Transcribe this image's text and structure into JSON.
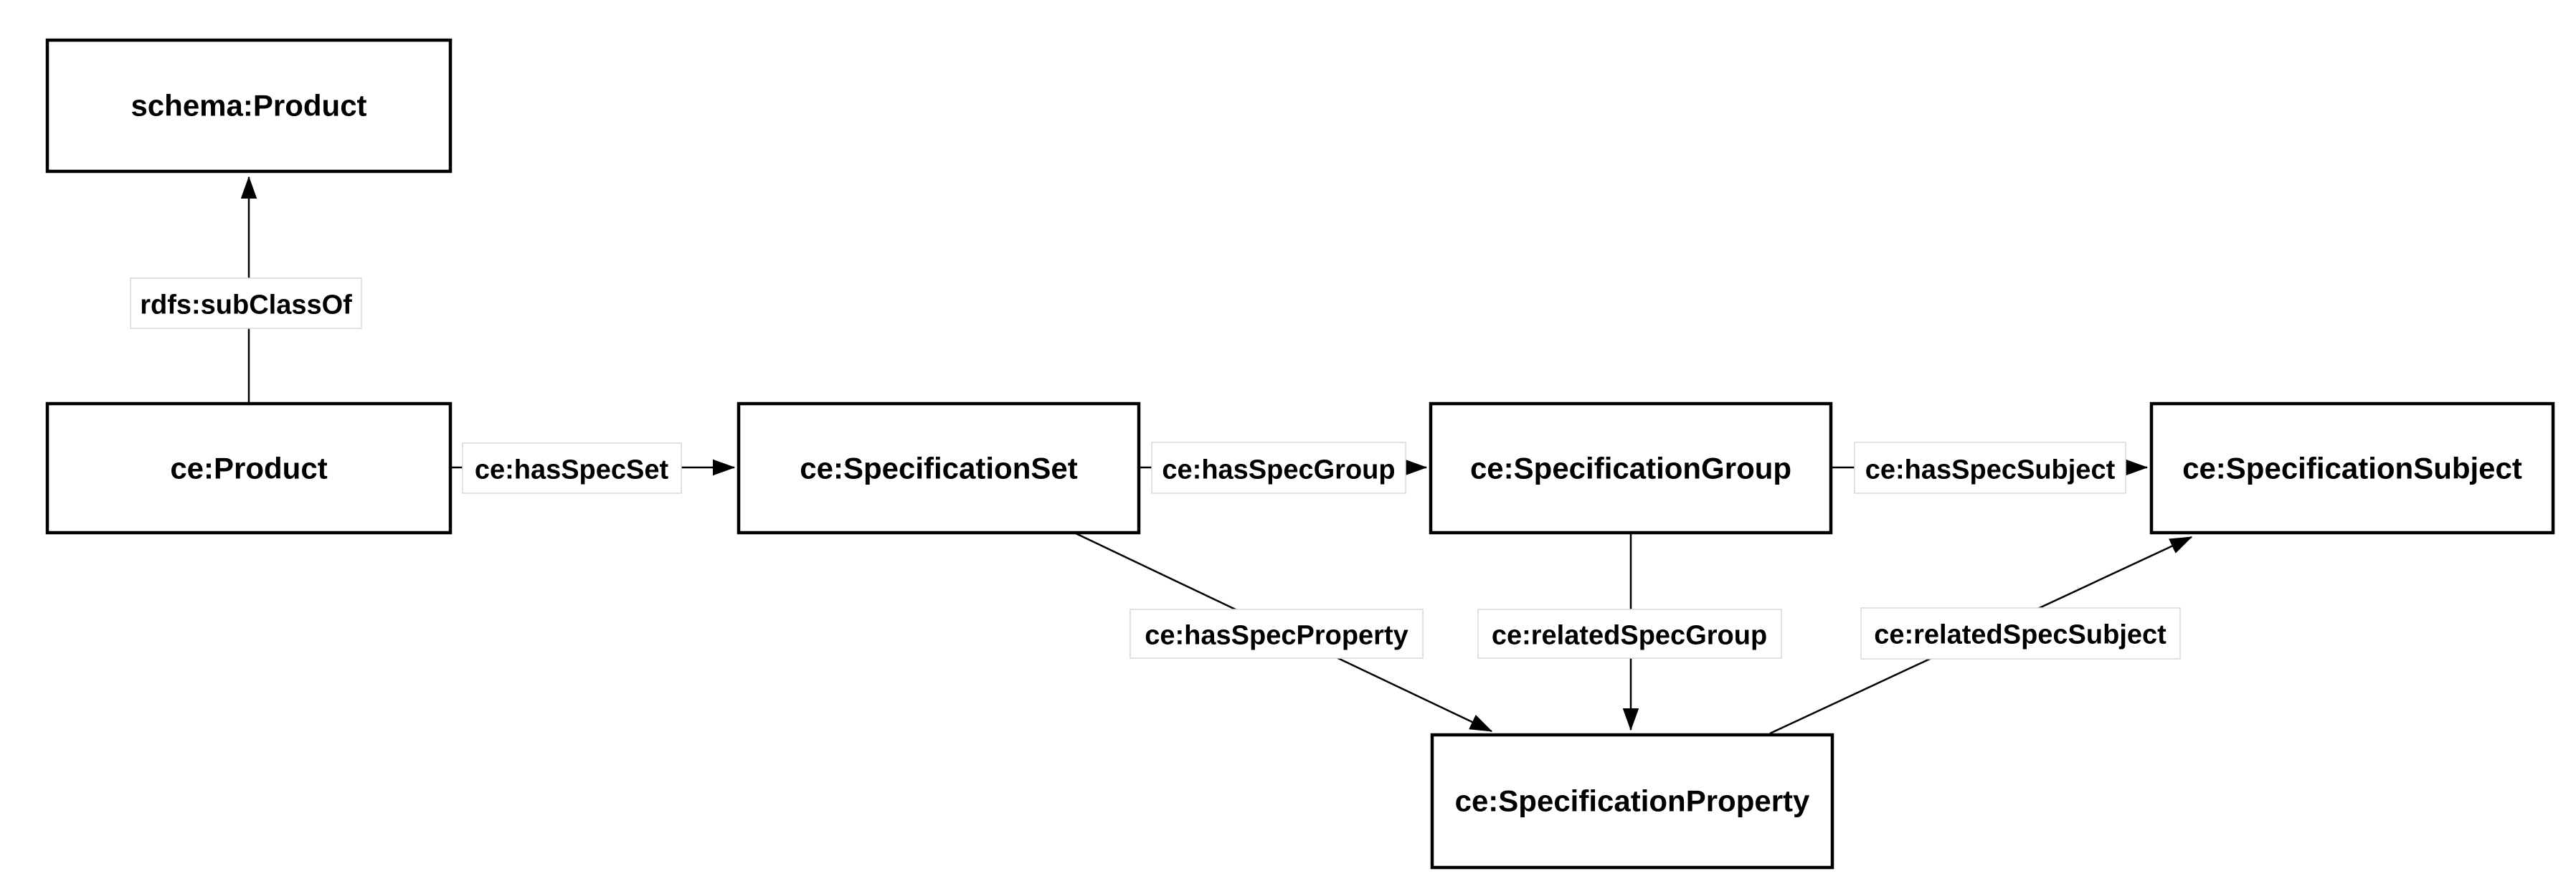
{
  "diagram": {
    "nodes": {
      "schema_product": {
        "label": "schema:Product"
      },
      "ce_product": {
        "label": "ce:Product"
      },
      "spec_set": {
        "label": "ce:SpecificationSet"
      },
      "spec_group": {
        "label": "ce:SpecificationGroup"
      },
      "spec_subject": {
        "label": "ce:SpecificationSubject"
      },
      "spec_property": {
        "label": "ce:SpecificationProperty"
      }
    },
    "edges": {
      "subclassof": {
        "label": "rdfs:subClassOf"
      },
      "has_spec_set": {
        "label": "ce:hasSpecSet"
      },
      "has_spec_group": {
        "label": "ce:hasSpecGroup"
      },
      "has_spec_subject": {
        "label": "ce:hasSpecSubject"
      },
      "has_spec_property": {
        "label": "ce:hasSpecProperty"
      },
      "related_spec_group": {
        "label": "ce:relatedSpecGroup"
      },
      "related_spec_subject": {
        "label": "ce:relatedSpecSubject"
      }
    },
    "colors": {
      "background": "#ffffff",
      "node_fill": "#ffffff",
      "node_border": "#000000",
      "edge_stroke": "#000000",
      "label_fill": "#ffffff",
      "label_border": "#d9d9d9",
      "text": "#000000"
    }
  }
}
